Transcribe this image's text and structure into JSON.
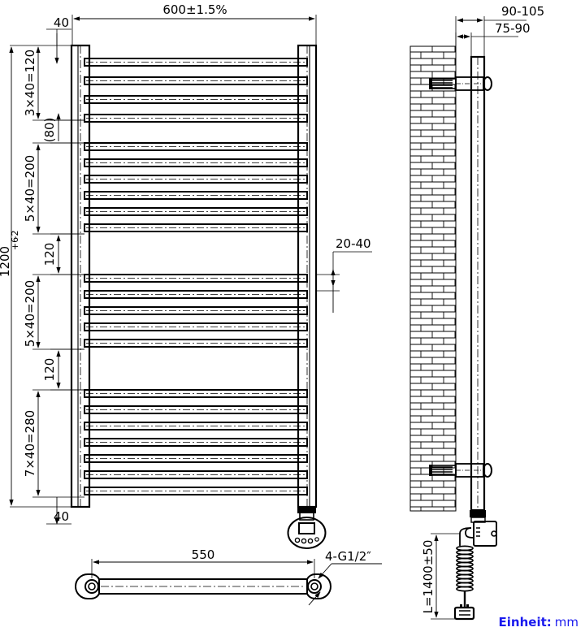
{
  "drawing": {
    "title": "Heated Towel Rail Technical Drawing",
    "unit_label_bold": "Einheit:",
    "unit_label_value": "mm",
    "unit_color": "#1a1aee",
    "line_color": "#000000"
  },
  "front_view": {
    "name": "front-elevation",
    "dimensions": {
      "overall_width": "600±1.5%",
      "overall_height_value": "1200",
      "overall_height_tol_plus": "+6",
      "overall_height_tol_minus": "-2",
      "rail_top_offset": "40",
      "rail_bottom_offset": "40",
      "group_top": "3×40=120",
      "gap_top": "(80)",
      "group_second": "5×40=200",
      "gap_second": "120",
      "group_third": "5×40=200",
      "gap_third": "120",
      "group_bottom": "7×40=280",
      "tube_spacing": "20-40"
    }
  },
  "side_view": {
    "name": "side-elevation",
    "dimensions": {
      "depth_outer": "90-105",
      "depth_inner": "75-90"
    },
    "wall_label": "brick-wall-hatch"
  },
  "bottom_view": {
    "name": "bottom-plan",
    "dimensions": {
      "port_center_distance": "550",
      "thread_callout": "4-G1/2″"
    }
  },
  "power": {
    "name": "power-cord",
    "cable_length": "L=1400±50"
  },
  "components": {
    "thermostat": "thermostat-control-head",
    "display": "lcd-display",
    "buttons": "control-buttons",
    "wall_bracket": "wall-mount-bracket",
    "plug": "mains-plug",
    "coil": "coiled-cable"
  }
}
